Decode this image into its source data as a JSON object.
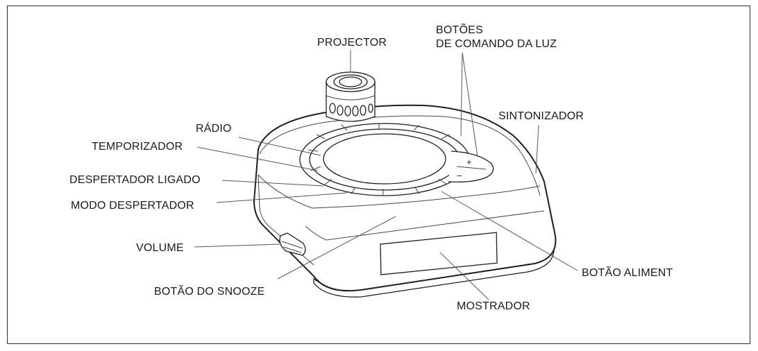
{
  "labels": {
    "projector": "PROJECTOR",
    "light_buttons_line1": "BOTÕES",
    "light_buttons_line2": "DE COMANDO DA LUZ",
    "tuner": "SINTONIZADOR",
    "radio": "RÁDIO",
    "timer": "TEMPORIZADOR",
    "alarm_on": "DESPERTADOR LIGADO",
    "alarm_mode": "MODO DESPERTADOR",
    "volume": "VOLUME",
    "snooze": "BOTÃO DO SNOOZE",
    "power": "BOTÃO ALIMENT",
    "display": "MOSTRADOR"
  },
  "button_symbols": {
    "plus": "+",
    "minus": "−"
  }
}
